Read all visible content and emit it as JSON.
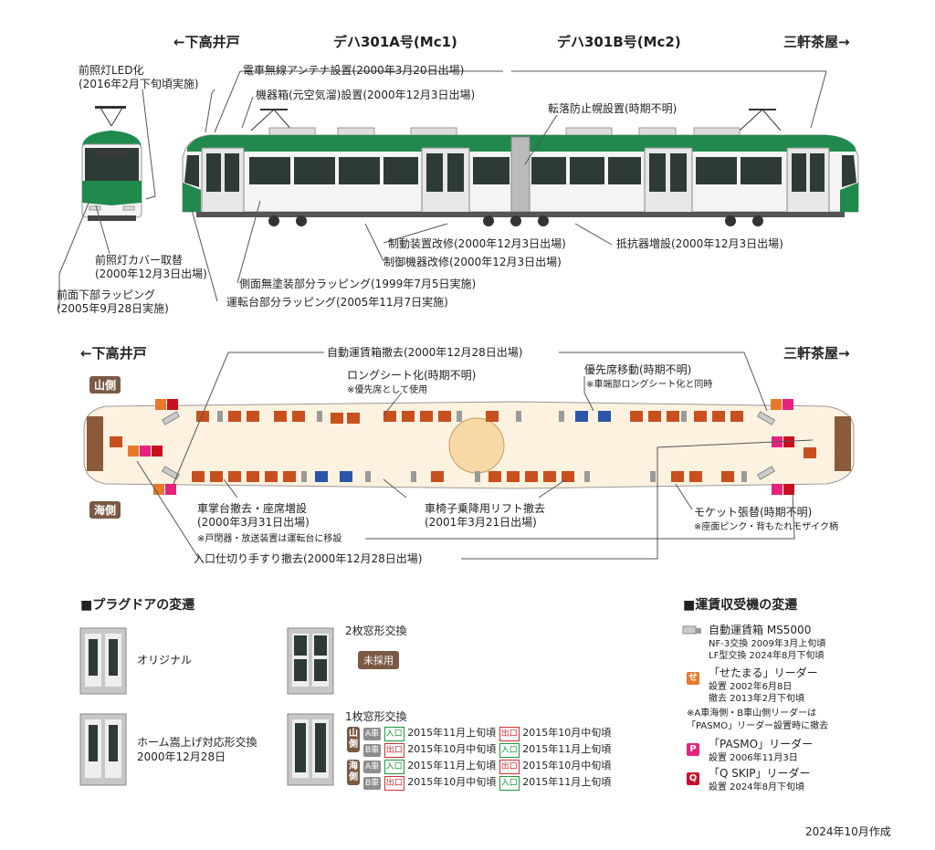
{
  "side_view": {
    "dir_left": "←下高井戸",
    "car_a": "デハ301A号(Mc1)",
    "car_b": "デハ301B号(Mc2)",
    "dir_right": "三軒茶屋→",
    "front_led": [
      "前照灯LED化",
      "(2016年2月下旬頃実施)"
    ],
    "antenna": "電車無線アンテナ設置(2000年3月20日出場)",
    "equipment_box": "機器箱(元空気溜)設置(2000年12月3日出場)",
    "fall_guard": "転落防止幌設置(時期不明)",
    "light_cover": [
      "前照灯カバー取替",
      "(2000年12月3日出場)"
    ],
    "front_wrap": [
      "前面下部ラッピング",
      "(2005年9月28日実施)"
    ],
    "brake": "制動装置改修(2000年12月3日出場)",
    "resistor": "抵抗器増設(2000年12月3日出場)",
    "control": "制御機器改修(2000年12月3日出場)",
    "side_wrap": "側面無塗装部分ラッピング(1999年7月5日実施)",
    "cab_wrap": "運転台部分ラッピング(2005年11月7日実施)"
  },
  "floor_plan": {
    "dir_left": "←下高井戸",
    "dir_right": "三軒茶屋→",
    "mountain_side": "山側",
    "sea_side": "海側",
    "auto_fare": "自動運賃箱撤去(2000年12月28日出場)",
    "long_seat": "ロングシート化(時期不明)",
    "long_seat_note": "※優先席として使用",
    "priority_move": "優先席移動(時期不明)",
    "priority_note": "※車端部ロングシート化と同時",
    "conductor": [
      "車掌台撤去・座席増設",
      "(2000年3月31日出場)"
    ],
    "conductor_note": "※戸閉器・放送装置は運転台に移設",
    "wheelchair": [
      "車椅子乗降用リフト撤去",
      "(2001年3月21日出場)"
    ],
    "moquette": "モケット張替(時期不明)",
    "moquette_note": "※座面ピンク・背もたれモザイク柄",
    "handrail": "入口仕切り手すり撤去(2000年12月28日出場)"
  },
  "plug_door": {
    "title": "■プラグドアの変遷",
    "original": "オリジナル",
    "home": "ホーム嵩上げ対応形交換",
    "home_date": "2000年12月28日",
    "two_window": "2枚窓形交換",
    "unused": "未採用",
    "one_window": "1枚窓形交換",
    "mountain": "山側",
    "sea": "海側",
    "car_a": "A車",
    "car_b": "B車",
    "in": "入口",
    "out": "出口",
    "rows": [
      {
        "car": "A車",
        "first_tag": "入口",
        "first_date": "2015年11月上旬頃",
        "second_tag": "出口",
        "second_date": "2015年10月中旬頃"
      },
      {
        "car": "B車",
        "first_tag": "出口",
        "first_date": "2015年10月中旬頃",
        "second_tag": "入口",
        "second_date": "2015年11月上旬頃"
      },
      {
        "car": "A車",
        "first_tag": "入口",
        "first_date": "2015年11月上旬頃",
        "second_tag": "出口",
        "second_date": "2015年10月中旬頃"
      },
      {
        "car": "B車",
        "first_tag": "出口",
        "first_date": "2015年10月中旬頃",
        "second_tag": "入口",
        "second_date": "2015年11月上旬頃"
      }
    ]
  },
  "fare": {
    "title": "■運賃収受機の変遷",
    "box_name": "自動運賃箱 MS5000",
    "box_nf3": "NF-3交換 2009年3月上旬頃",
    "box_lf": "LF型交換 2024年8月下旬頃",
    "se_icon": "せ",
    "se_name": "「せたまる」リーダー",
    "se_install": "設置 2002年6月8日",
    "se_remove": "撤去 2013年2月下旬頃",
    "se_note1": "※A車海側・B車山側リーダーは",
    "se_note2": "「PASMO」リーダー設置時に撤去",
    "p_icon": "P",
    "p_name": "「PASMO」リーダー",
    "p_install": "設置 2006年11月3日",
    "q_icon": "Q",
    "q_name": "「Q SKIP」リーダー",
    "q_install": "設置 2024年8月下旬頃"
  },
  "footer": "2024年10月作成",
  "colors": {
    "green": "#1f8a4c",
    "orange_seat": "#c8501e",
    "blue_seat": "#2b56a8",
    "floor": "#fdf1df"
  }
}
